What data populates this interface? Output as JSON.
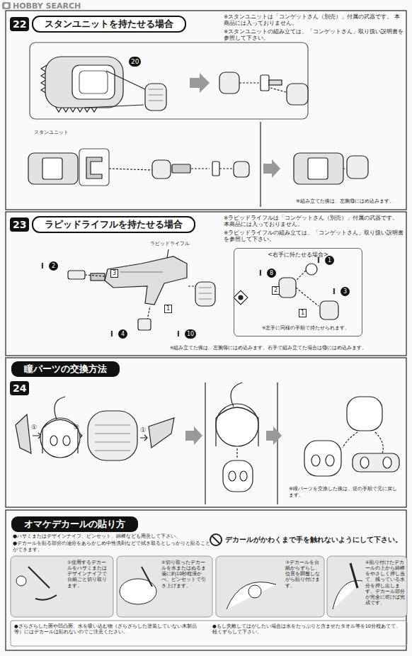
{
  "diagram": {
    "nodes": [
      {
        "text": [
          "22",
          "スタンユニットを持たせる場合"
        ]
      },
      {
        "text": [
          "23",
          "ラピッドライフルを持たせる場合"
        ]
      },
      {
        "text": [
          "<右手に持たせる場合>"
        ]
      },
      {
        "text": [
          "瞳パーツの交換方法"
        ]
      },
      {
        "text": [
          "24"
        ]
      },
      {
        "text": [
          "オマケデカールの貼り方"
        ]
      }
    ],
    "labels": [
      "HOBBY SEARCH",
      "※スタンユニットは「コンゲットさん（別売）」付属の武器です。 本商品には入っておりません。",
      "※スタンユニットの組み立ては、「コンゲットさん」取り扱い説明書を参照して下さい。",
      "20",
      "スタンユニット",
      "※組み立てた後は、左腕⑬にはめ込みます。",
      "※ラピッドライフルは「コンゲットさん（別売）」付属の武器です。 本商品には入っておりません。",
      "※ラピッドライフルの組み立ては、「コンゲットさん」取り扱い説明書を参照して下さい。",
      "ラピッドライフル",
      "I",
      "2",
      "3",
      "1",
      "I",
      "10",
      "I",
      "4",
      "I",
      "1",
      "I",
      "8",
      "2",
      "1",
      "I",
      "3",
      "※左手に同様の手順で持たせられます。",
      "※組み立てた後は、左腕⑭にはめ込みます。右手で組み立てた場合は⑬にはめ込みます。",
      "①",
      "②",
      "①",
      "※瞳パーツを交換した後は、逆の手順で元に戻します。",
      "●ハサミまたはデザインナイフ、ピンセット、綿棒なども用意して下さい。",
      "●デカールを貼る部分の油分をあらかじめ中性洗剤などで拭き取るとしっかりと貼ることができます。",
      "デカールがかわくまで手を触れないようにして下さい。",
      "①使用するデカールをハサミまたはデザインナイフで台紙ごと切り取ります。",
      "②切り取ったデカールを水またはぬるま湯に約10秒程浸かべ、ピンセットで引き上げます。",
      "③デカールを台紙からずらし、位置を調整しながら貼り付けます。",
      "④貼り付けたデカールの上から綿棒をやさしく押し当て、残っている水分を押し出します。デカール部分が完全に乾けば完成です。",
      "●ざらざらした面や凹凸面、水を吸い込む物（ざらざらした塗装していない木製品等）にはデカールは貼れないのでご注意ください。",
      "●もし失敗してはがしたい場合は水をたっぷりと含ませたタオル等を10分程あてて、軽くずらして下さい。"
    ]
  }
}
